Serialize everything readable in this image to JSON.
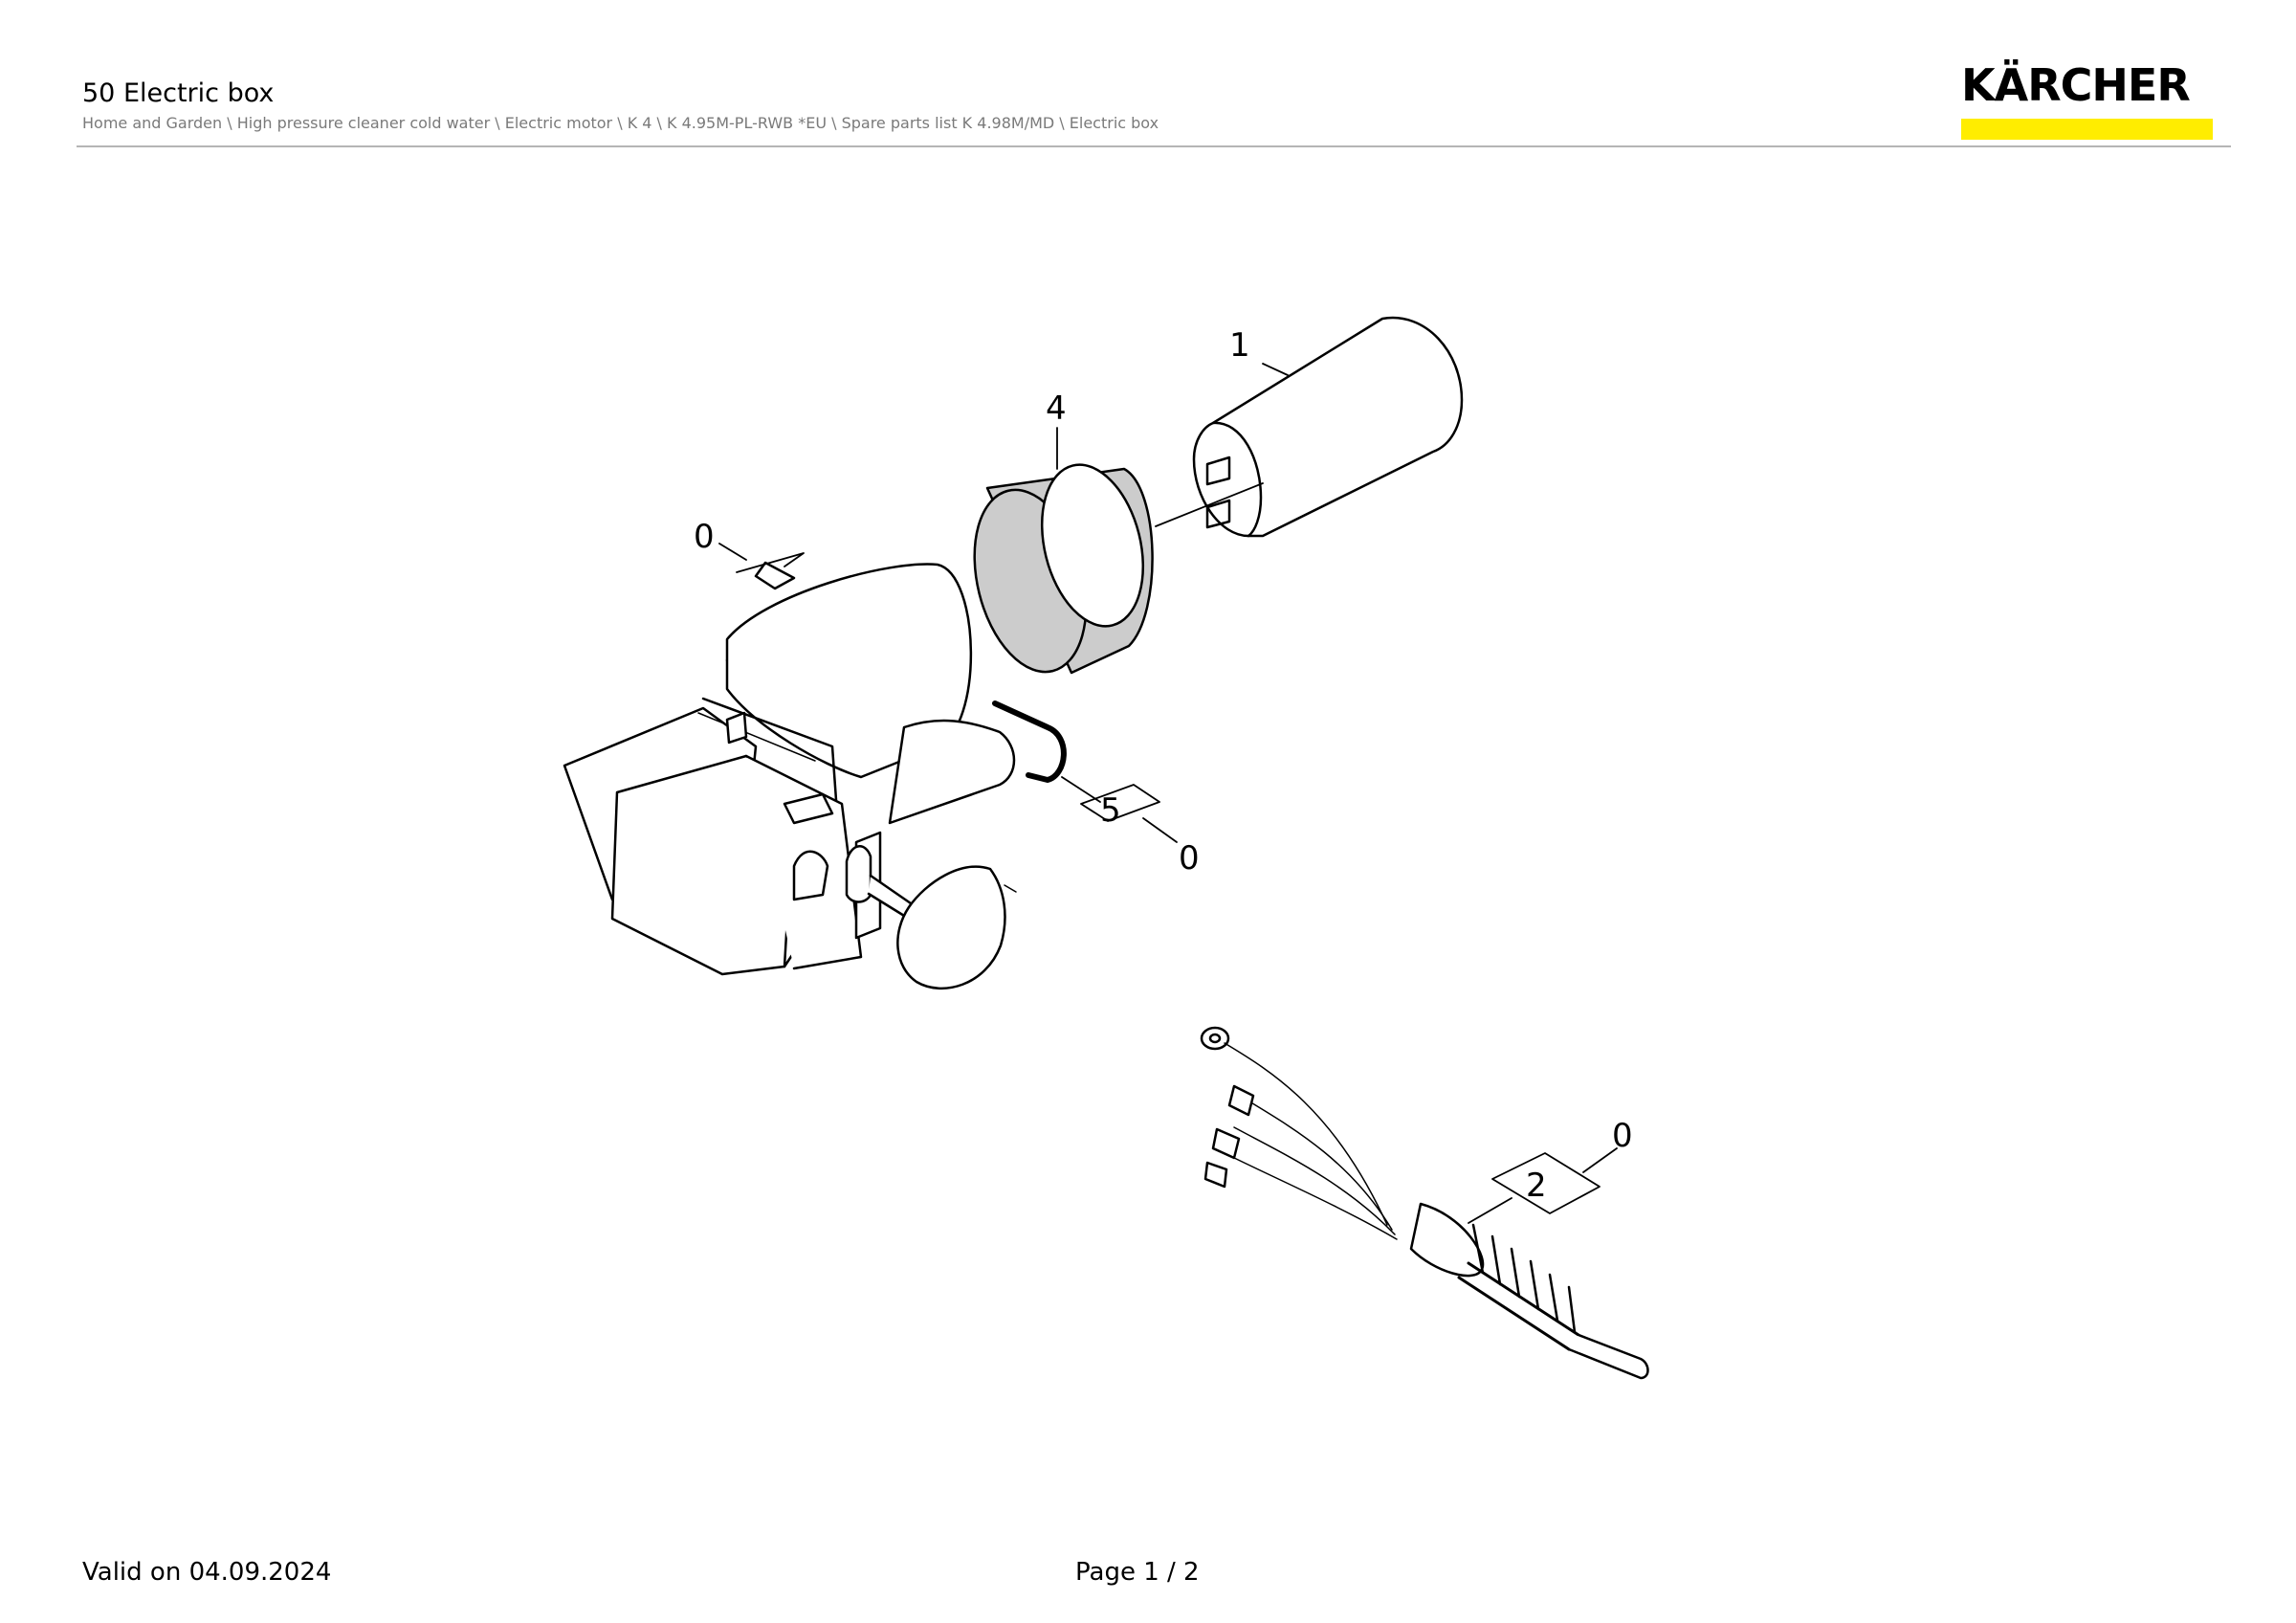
{
  "header": {
    "title": "50 Electric box",
    "breadcrumb": "Home and Garden \\ High pressure cleaner cold water \\ Electric motor \\ K 4 \\ K 4.95M-PL-RWB *EU \\ Spare parts list K 4.98M/MD \\ Electric box"
  },
  "logo": {
    "text": "KÄRCHER",
    "bar_color": "#ffed00"
  },
  "drawing": {
    "callouts": [
      "1",
      "4",
      "0",
      "5",
      "0",
      "2",
      "0"
    ]
  },
  "footer": {
    "valid": "Valid on 04.09.2024",
    "page": "Page 1 / 2"
  }
}
